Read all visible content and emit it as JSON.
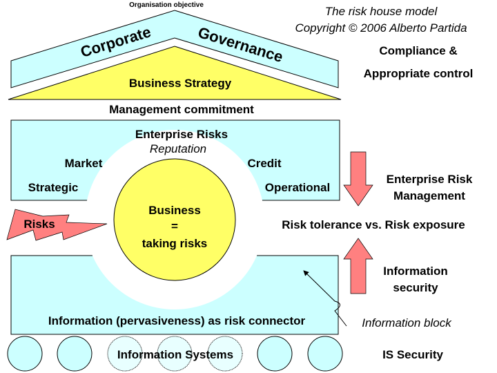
{
  "title": "The risk house model",
  "copyright": "Copyright © 2006 Alberto Partida",
  "roof": {
    "top_label": "Organisation objective",
    "left": "Corporate",
    "right": "Governance"
  },
  "strategy": "Business Strategy",
  "management": "Management commitment",
  "enterprise": {
    "title": "Enterprise Risks",
    "subtitle": "Reputation",
    "market": "Market",
    "credit": "Credit",
    "strategic": "Strategic",
    "operational": "Operational"
  },
  "risks": "Risks",
  "core": {
    "line1": "Business",
    "line2": "=",
    "line3": "taking risks"
  },
  "info_connector": "Information (pervasiveness) as risk connector",
  "info_systems": "Information Systems",
  "right": {
    "compliance1": "Compliance &",
    "compliance2": "Appropriate control",
    "erm1": "Enterprise Risk",
    "erm2": "Management",
    "tolerance": "Risk tolerance vs. Risk exposure",
    "infosec1": "Information",
    "infosec2": "security",
    "info_block": "Information block",
    "is_security": "IS Security"
  },
  "colors": {
    "cyan": "#ccffff",
    "yellow": "#ffff66",
    "red": "#ff8080"
  }
}
